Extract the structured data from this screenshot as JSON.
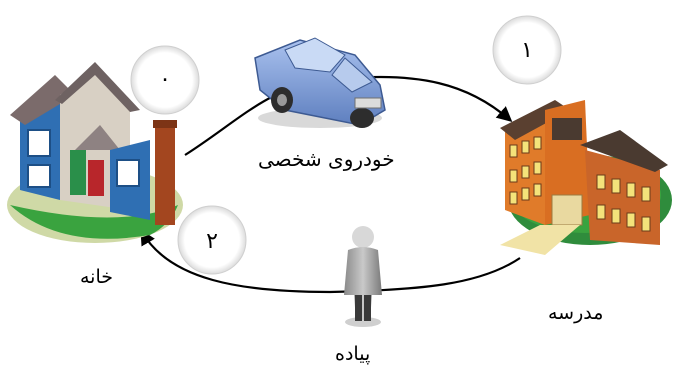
{
  "labels": {
    "car": "خودروی شخصی",
    "home": "خانه",
    "school": "مدرسه",
    "walk": "پیاده"
  },
  "badges": {
    "home": "۰",
    "school": "۱",
    "return": "۲"
  },
  "icons": {
    "house": "house-icon",
    "school": "school-building-icon",
    "car": "car-icon",
    "pedestrian": "pedestrian-icon"
  },
  "colors": {
    "arrow": "#000000",
    "grass": "#3aa33f",
    "house_wall": "#2f6fb3",
    "school_wall": "#e07b2a",
    "car_body": "#7f9ed6"
  }
}
